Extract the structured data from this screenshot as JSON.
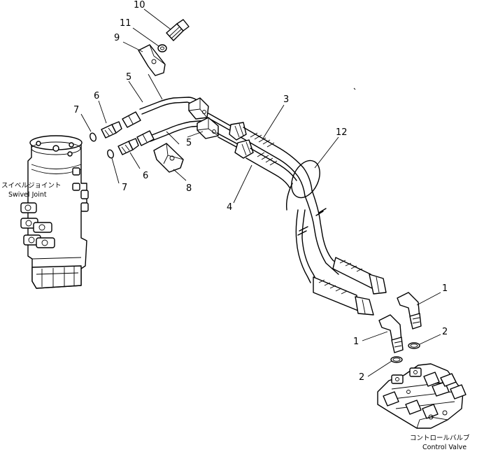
{
  "callouts": {
    "c10": "10",
    "c11": "11",
    "c9": "9",
    "c5a": "5",
    "c6a": "6",
    "c7a": "7",
    "c3": "3",
    "c12": "12",
    "c5b": "5",
    "c6b": "6",
    "c7b": "7",
    "c8": "8",
    "c4": "4",
    "c1a": "1",
    "c2a": "2",
    "c1b": "1",
    "c2b": "2"
  },
  "labels": {
    "swivel_jp": "スイベルジョイント",
    "swivel_en": "Swivel Joint",
    "control_jp": "コントロールバルブ",
    "control_en": "Control Valve"
  }
}
